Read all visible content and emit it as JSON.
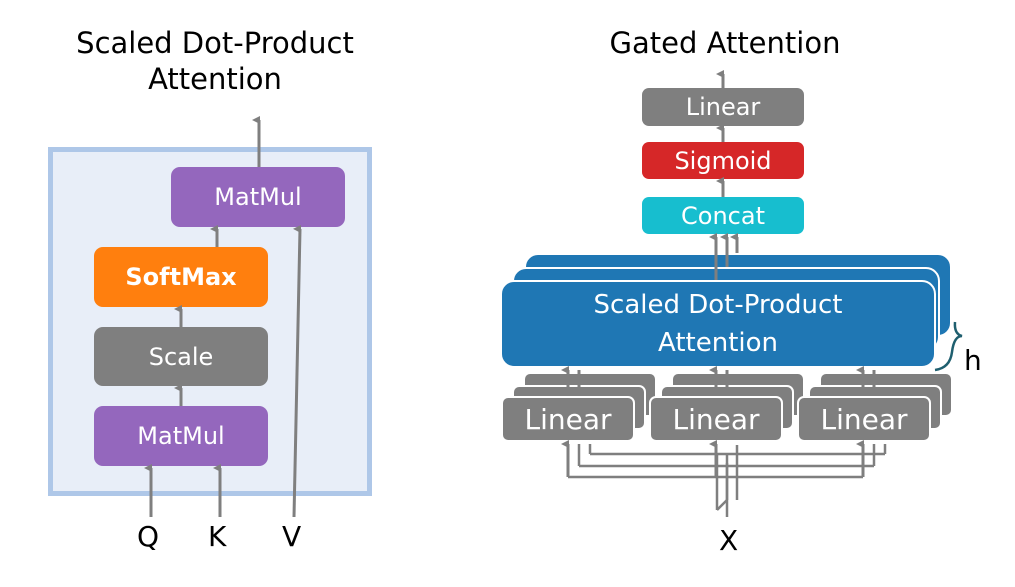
{
  "left_panel": {
    "title_line1": "Scaled Dot-Product",
    "title_line2": "Attention",
    "blocks": {
      "matmul_top": "MatMul",
      "softmax": "SoftMax",
      "scale": "Scale",
      "matmul_bottom": "MatMul"
    },
    "inputs": [
      "Q",
      "K",
      "V"
    ],
    "colors": {
      "matmul": "#9467bd",
      "softmax": "#ff7f0e",
      "scale": "#7f7f7f",
      "frame_fill": "#e8eef8",
      "frame_border": "#aec7e8"
    }
  },
  "right_panel": {
    "title": "Gated Attention",
    "blocks": {
      "linear_top": "Linear",
      "sigmoid": "Sigmoid",
      "concat": "Concat",
      "sdpa_line1": "Scaled Dot-Product",
      "sdpa_line2": "Attention",
      "linear_inputs": [
        "Linear",
        "Linear",
        "Linear"
      ]
    },
    "heads_label": "h",
    "input": "X",
    "colors": {
      "linear": "#7f7f7f",
      "sigmoid": "#d62728",
      "concat": "#17becf",
      "sdpa": "#1f77b4",
      "brace": "#1f5f6f"
    }
  }
}
